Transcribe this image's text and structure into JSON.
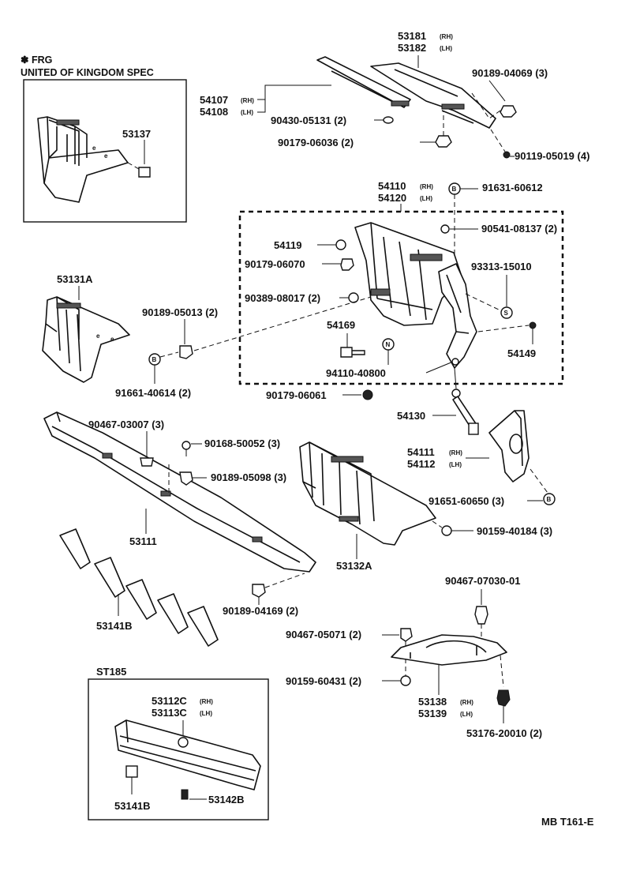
{
  "inset_frg": {
    "star_label": "✽ FRG",
    "spec_label": "UNITED OF KINGDOM SPEC",
    "part": "53137"
  },
  "inset_st": {
    "title": "ST185",
    "parts": [
      "53112C",
      "53113C",
      "53141B",
      "53142B"
    ]
  },
  "side_marks": {
    "rh": "(RH)",
    "lh": "(LH)"
  },
  "symbols": {
    "b": "B",
    "n": "N",
    "s": "S"
  },
  "labels": {
    "p53181": "53181",
    "p53182": "53182",
    "p54107": "54107",
    "p54108": "54108",
    "p90430_05131": "90430-05131 (2)",
    "p90179_06036": "90179-06036 (2)",
    "p90189_04069": "90189-04069 (3)",
    "p90119_05019": "90119-05019 (4)",
    "p54110": "54110",
    "p54120": "54120",
    "p91631_60612": "91631-60612",
    "p54119": "54119",
    "p90541_08137": "90541-08137 (2)",
    "p90179_06070": "90179-06070",
    "p93313_15010": "93313-15010",
    "p90389_08017": "90389-08017 (2)",
    "p54169": "54169",
    "p54149": "54149",
    "p94110_40800": "94110-40800",
    "p90179_06061": "90179-06061",
    "p53131A": "53131A",
    "p90189_05013": "90189-05013 (2)",
    "p91661_40614": "91661-40614 (2)",
    "p54130": "54130",
    "p54111": "54111",
    "p54112": "54112",
    "p91651_60650": "91651-60650 (3)",
    "p90467_03007": "90467-03007 (3)",
    "p90168_50052": "90168-50052 (3)",
    "p90189_05098": "90189-05098 (3)",
    "p53111": "53111",
    "p53132A": "53132A",
    "p90159_40184": "90159-40184 (3)",
    "p53141B": "53141B",
    "p90189_04169": "90189-04169 (2)",
    "p90467_07030": "90467-07030-01",
    "p90467_05071": "90467-05071 (2)",
    "p90159_60431": "90159-60431 (2)",
    "p53138": "53138",
    "p53139": "53139",
    "p53176_20010": "53176-20010 (2)"
  },
  "footer_code": "MB T161-E"
}
